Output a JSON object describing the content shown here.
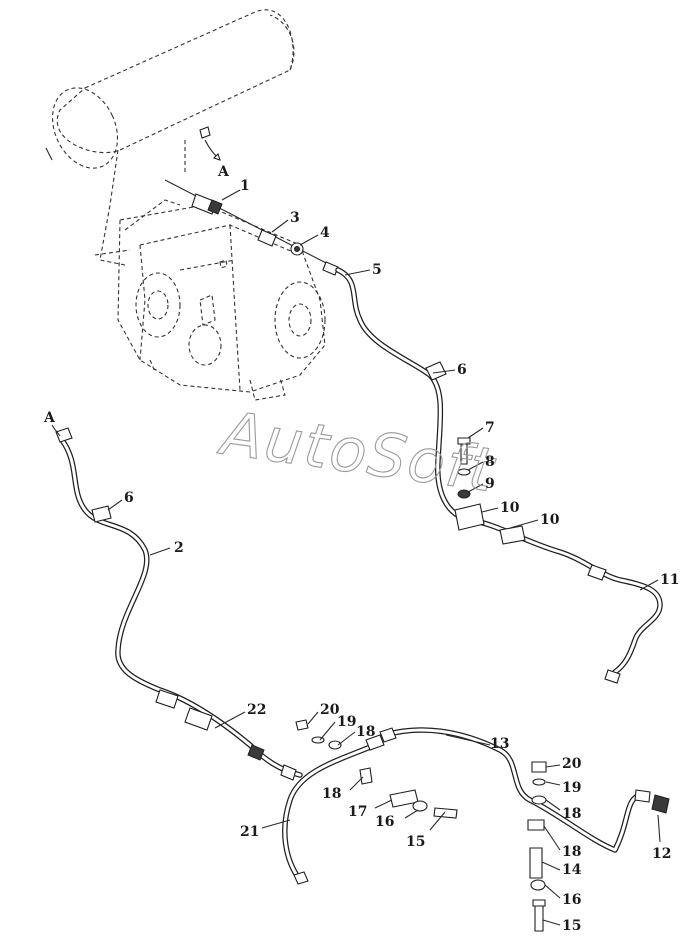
{
  "watermark": "AutoSoft",
  "view_marker": "A",
  "labels": {
    "l1": "1",
    "l2": "2",
    "l3": "3",
    "l4": "4",
    "l5": "5",
    "l6a": "6",
    "l6b": "6",
    "l7": "7",
    "l8": "8",
    "l9": "9",
    "l10a": "10",
    "l10b": "10",
    "l11": "11",
    "l12": "12",
    "l13": "13",
    "l14": "14",
    "l15a": "15",
    "l15b": "15",
    "l16a": "16",
    "l16b": "16",
    "l17": "17",
    "l18a": "18",
    "l18b": "18",
    "l18c": "18",
    "l18d": "18",
    "l19a": "19",
    "l19b": "19",
    "l20a": "20",
    "l20b": "20",
    "l21": "21",
    "l22": "22"
  },
  "colors": {
    "ink": "#1f1f1f",
    "watermark": "#9a9a9a",
    "background": "#ffffff"
  }
}
